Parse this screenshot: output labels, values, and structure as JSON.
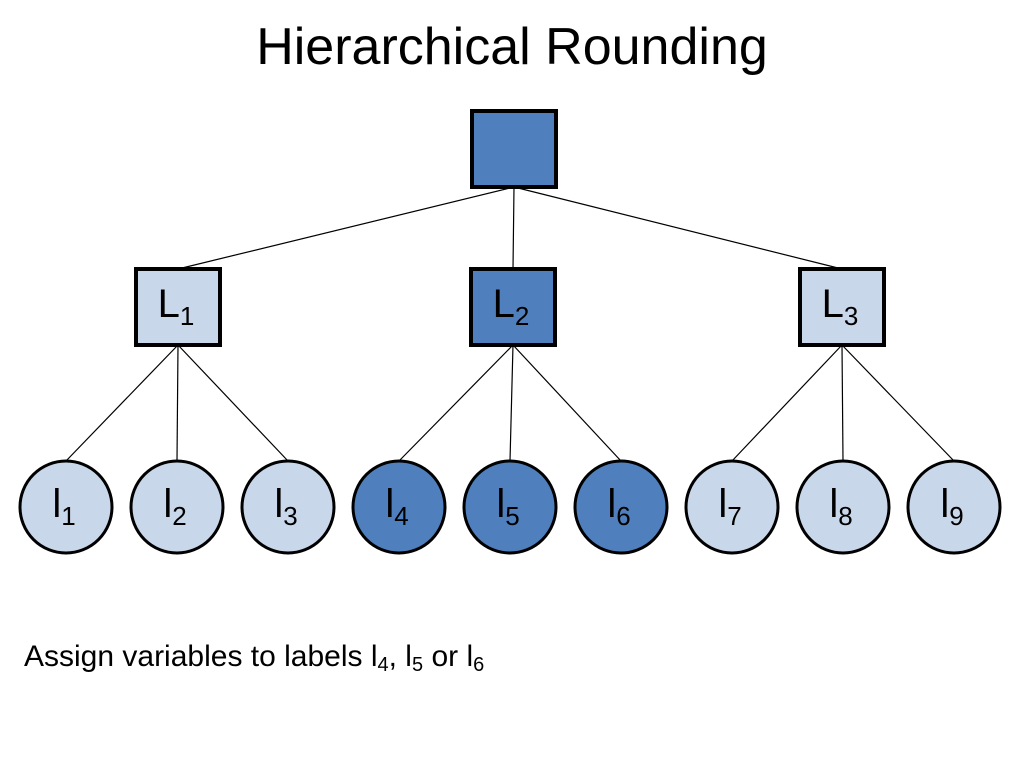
{
  "title": "Hierarchical Rounding",
  "colors": {
    "dark": "#4f80bd",
    "light": "#c9d7ea",
    "stroke": "#000000"
  },
  "root": {
    "label": "",
    "selected": true
  },
  "level1": [
    {
      "base": "L",
      "sub": "1",
      "selected": false
    },
    {
      "base": "L",
      "sub": "2",
      "selected": true
    },
    {
      "base": "L",
      "sub": "3",
      "selected": false
    }
  ],
  "leaves": [
    {
      "base": "l",
      "sub": "1",
      "parent": 0,
      "selected": false
    },
    {
      "base": "l",
      "sub": "2",
      "parent": 0,
      "selected": false
    },
    {
      "base": "l",
      "sub": "3",
      "parent": 0,
      "selected": false
    },
    {
      "base": "l",
      "sub": "4",
      "parent": 1,
      "selected": true
    },
    {
      "base": "l",
      "sub": "5",
      "parent": 1,
      "selected": true
    },
    {
      "base": "l",
      "sub": "6",
      "parent": 1,
      "selected": true
    },
    {
      "base": "l",
      "sub": "7",
      "parent": 2,
      "selected": false
    },
    {
      "base": "l",
      "sub": "8",
      "parent": 2,
      "selected": false
    },
    {
      "base": "l",
      "sub": "9",
      "parent": 2,
      "selected": false
    }
  ],
  "caption": {
    "text": "Assign variables to labels l",
    "sub1": "4",
    "sep1": ", l",
    "sub2": "5",
    "sep2": " or l",
    "sub3": "6"
  }
}
